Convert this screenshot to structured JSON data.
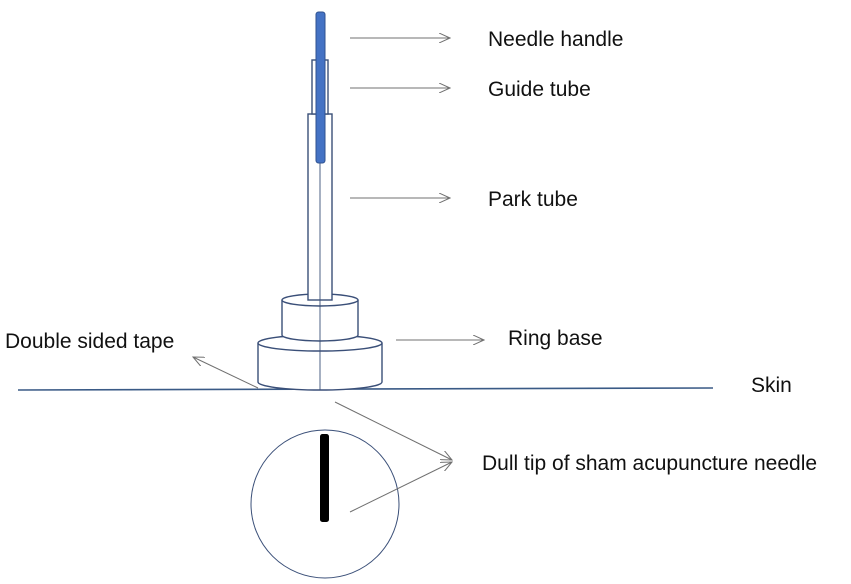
{
  "labels": {
    "needle_handle": "Needle handle",
    "guide_tube": "Guide tube",
    "park_tube": "Park tube",
    "ring_base": "Ring base",
    "double_sided_tape": "Double sided tape",
    "skin": "Skin",
    "dull_tip": "Dull tip of sham acupuncture needle"
  },
  "colors": {
    "outline": "#3a4f78",
    "needle_handle": "#4472c4",
    "needle_tip": "#000000",
    "arrow": "#707070"
  }
}
